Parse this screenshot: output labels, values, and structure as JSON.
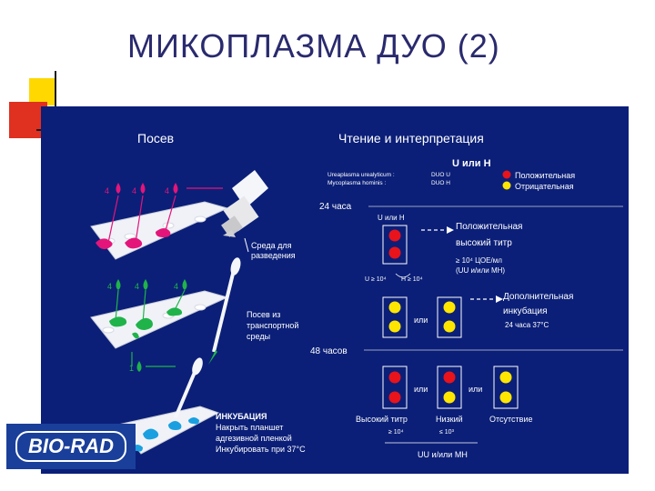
{
  "title": "МИКОПЛАЗМА ДУО (2)",
  "logo": "BIO-RAD",
  "left": {
    "heading": "Посев",
    "drop_label_4": "4",
    "drop_label_1": "1",
    "diluent_label": "Среда для разведения",
    "seed_label": "Посев из транспортной среды",
    "incubation_title": "ИНКУБАЦИЯ",
    "incubation_lines": [
      "Накрыть планшет",
      "адгезивной пленкой",
      "Инкубировать при 37°С"
    ]
  },
  "right": {
    "heading": "Чтение и интерпретация",
    "u_or_h": "U или H",
    "species": [
      "Ureaplasma urealyticum :",
      "Mycoplasma hominis :"
    ],
    "duo_codes": [
      "DUO U",
      "DUO H"
    ],
    "legend_positive": "Положительная",
    "legend_negative": "Отрицательная",
    "hours_24": "24 часа",
    "hours_48": "48 часов",
    "u_or_h_small": "U или H",
    "threshold_u": "U ≥ 10⁴",
    "threshold_h": "H ≥ 10⁴",
    "positive_high_1": "Положительная",
    "positive_high_2": "высокий титр",
    "units_1": "≥ 10⁴ ЦОЕ/мл",
    "units_2": "(UU и/или MH)",
    "additional_1": "Дополнительная",
    "additional_2": "инкубация",
    "additional_3": "24 часа 37°С",
    "or": "или",
    "high_titer": "Высокий титр",
    "low": "Низкий",
    "absent": "Отсутствие",
    "ge_104": "≥ 10⁴",
    "le_103": "≤ 10³",
    "uu_mh": "UU и/или MH"
  },
  "colors": {
    "panel": "#0b1f78",
    "positive": "#e8131b",
    "negative": "#ffe600",
    "pink": "#e4157a",
    "green": "#1fb34a",
    "cyan": "#1aa0e0"
  }
}
